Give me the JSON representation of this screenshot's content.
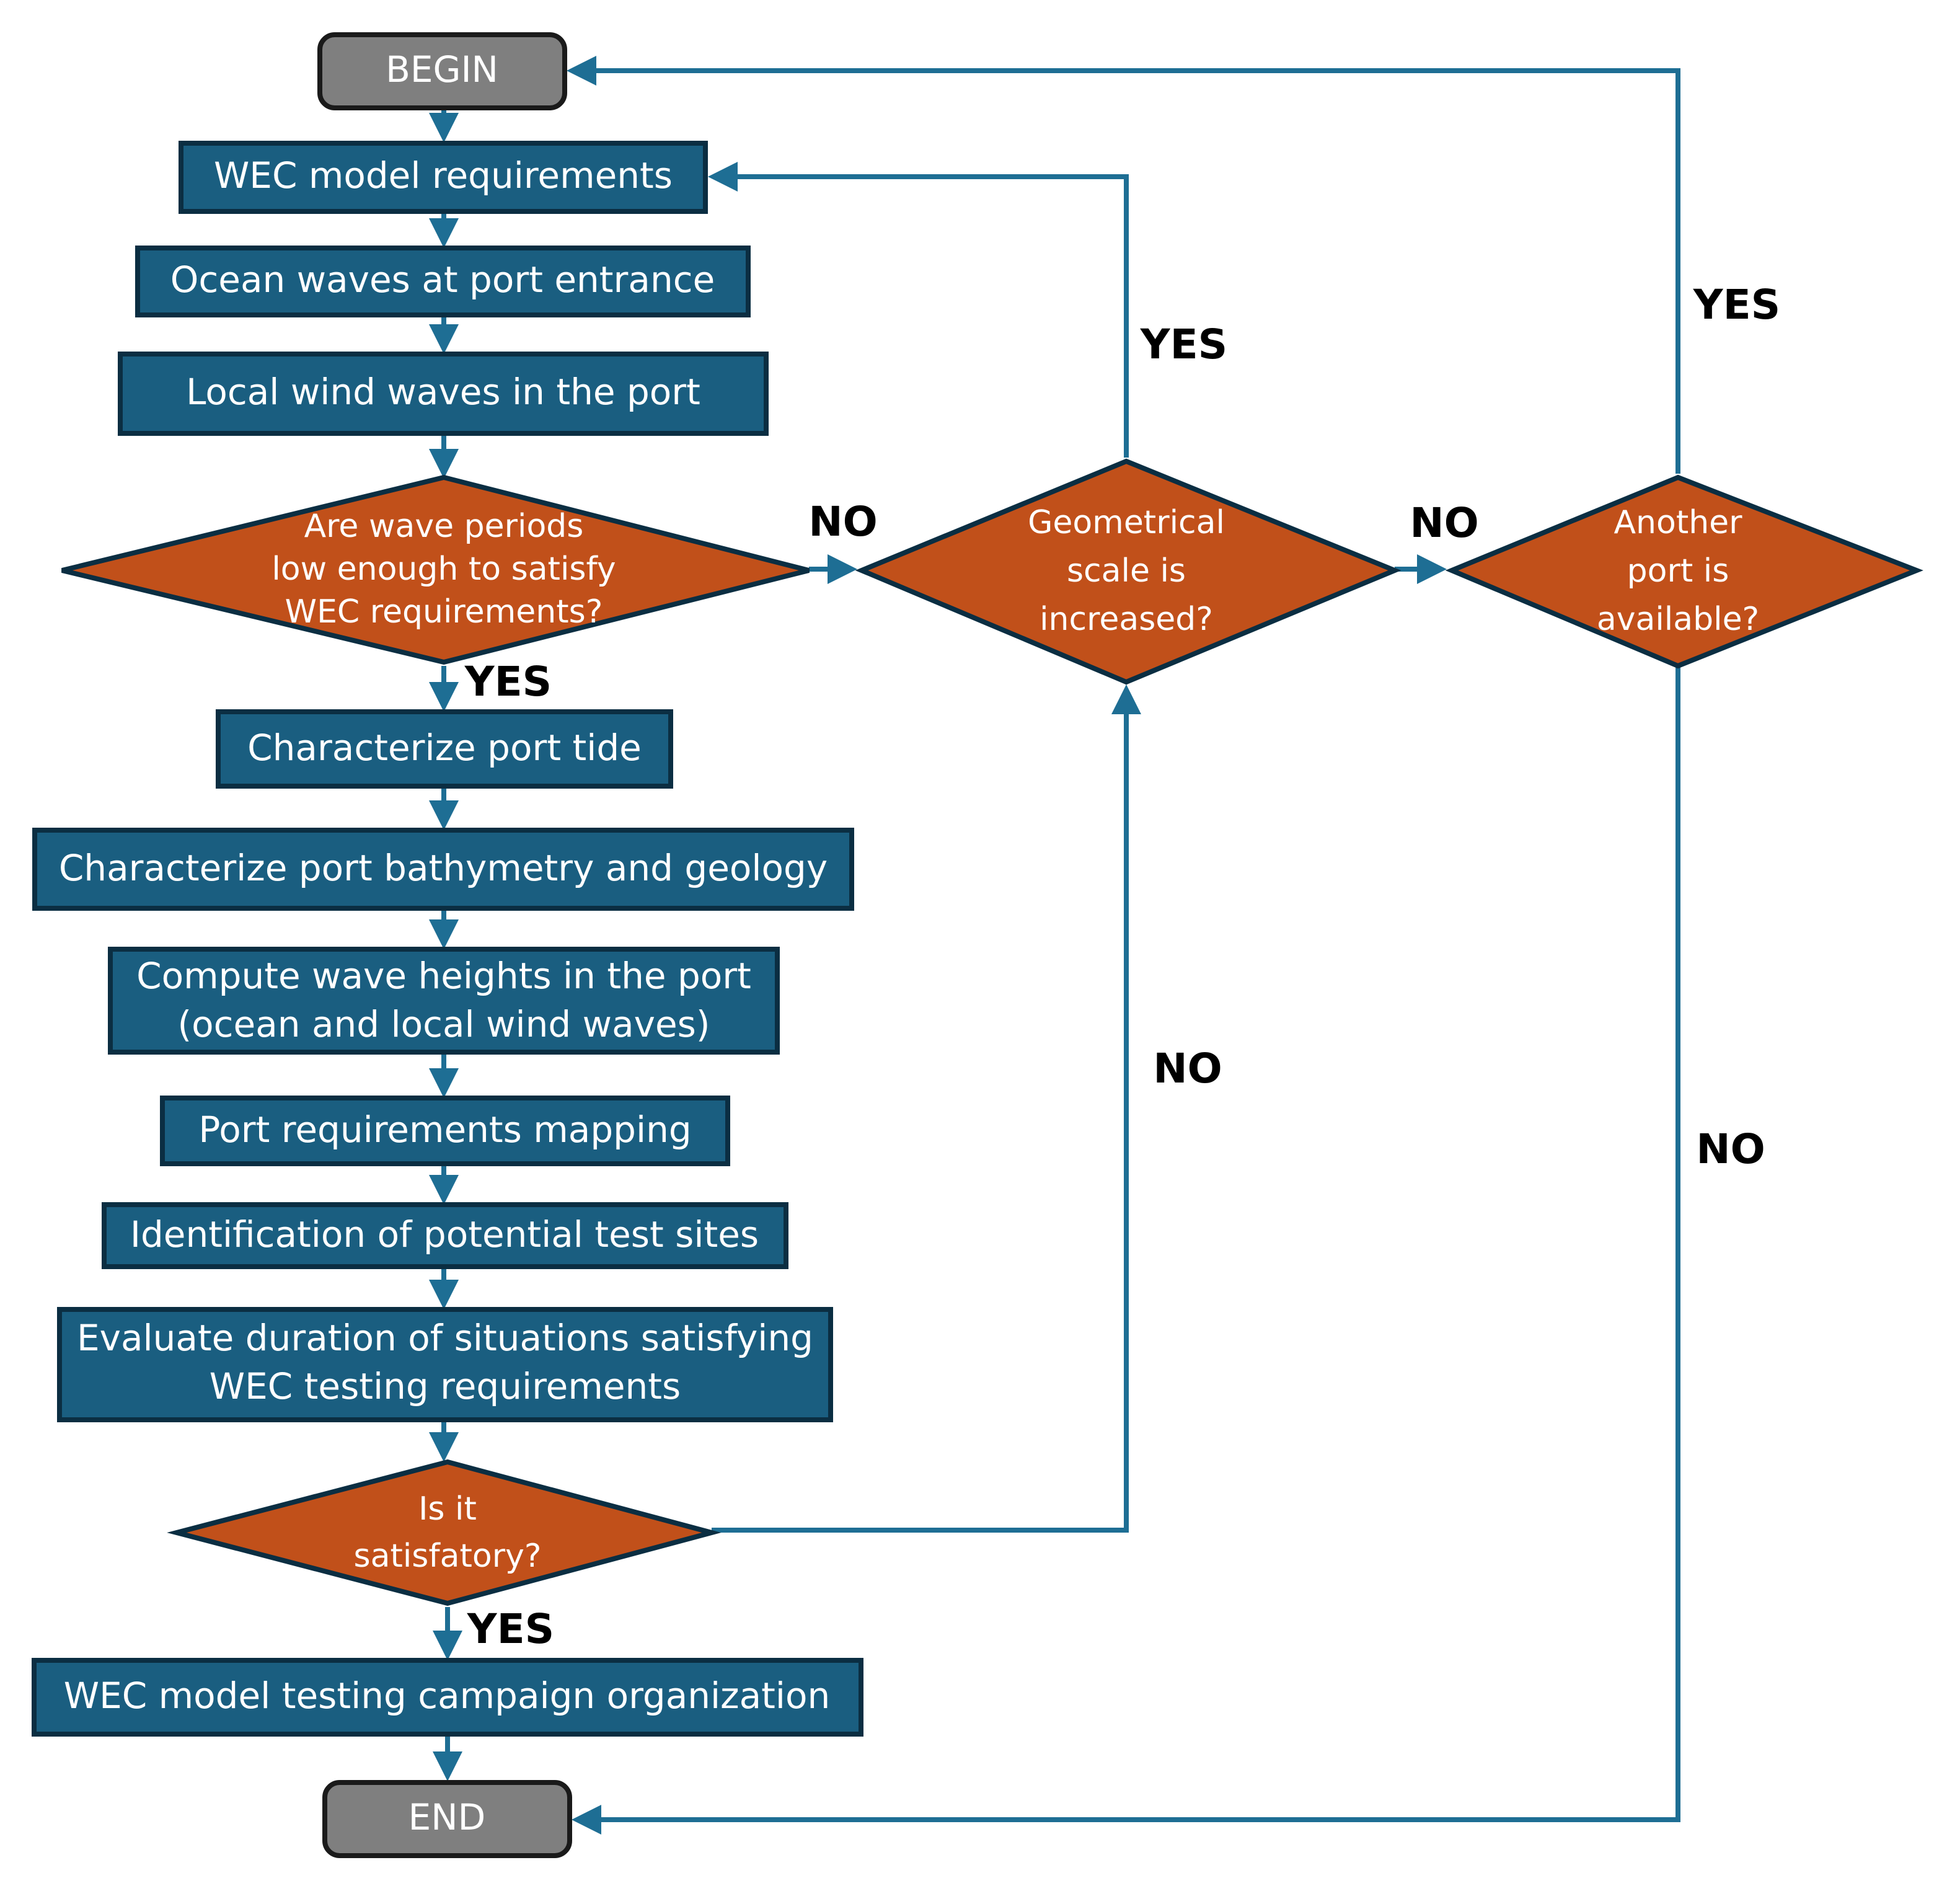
{
  "nodes": {
    "begin": "BEGIN",
    "wec_model_requirements": "WEC model requirements",
    "ocean_waves": "Ocean waves at port entrance",
    "local_wind_waves": "Local wind waves in the port",
    "decision_wave_periods": [
      "Are wave periods",
      "low enough to satisfy",
      "WEC requirements?"
    ],
    "characterize_tide": "Characterize port tide",
    "characterize_bathymetry": "Characterize port bathymetry and geology",
    "compute_wave_heights": [
      "Compute wave heights in the port",
      "(ocean and local wind waves)"
    ],
    "port_requirements_mapping": "Port requirements mapping",
    "identification_sites": "Identification of potential test sites",
    "evaluate_duration": [
      "Evaluate duration of situations satisfying",
      "WEC testing requirements"
    ],
    "decision_satisfactory": [
      "Is it",
      "satisfatory?"
    ],
    "campaign_organization": "WEC model testing campaign organization",
    "end": "END",
    "decision_scale": [
      "Geometrical",
      "scale is",
      "increased?"
    ],
    "decision_another_port": [
      "Another",
      "port is",
      "available?"
    ]
  },
  "edge_labels": {
    "wave_periods_no": "NO",
    "wave_periods_yes": "YES",
    "scale_yes": "YES",
    "scale_no_to_port": "NO",
    "another_port_yes": "YES",
    "satisfactory_no": "NO",
    "satisfactory_yes": "YES",
    "another_port_no": "NO"
  },
  "colors": {
    "process_fill": "#1a5e80",
    "terminal_fill": "#7f7f7f",
    "decision_fill": "#c1501a",
    "connector": "#1e6e94",
    "box_text": "#ffffff",
    "label_text": "#000000"
  }
}
